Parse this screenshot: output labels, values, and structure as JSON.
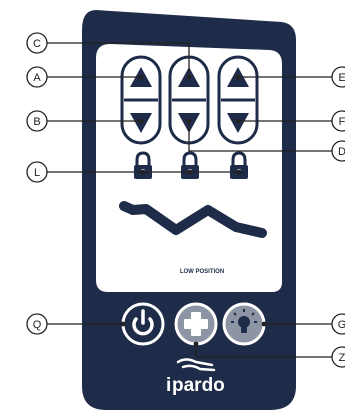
{
  "remote": {
    "body_color": "#1e2b49",
    "screen_color": "#ffffff",
    "button_fill": "#ffffff",
    "accent_gray": "#8d94a3",
    "position_label": "LOW POSITION",
    "brand_name": "pardo",
    "brand_prefix": "i"
  },
  "callouts": {
    "A": "A",
    "B": "B",
    "C": "C",
    "D": "D",
    "E": "E",
    "F": "F",
    "L": "L",
    "Q": "Q",
    "G": "G",
    "Z": "Z"
  },
  "icons": {
    "up": "up-arrow-icon",
    "down": "down-arrow-icon",
    "lock": "padlock-icon",
    "power": "power-icon",
    "plus": "plus-cross-icon",
    "light": "lightbulb-icon",
    "bed": "bed-position-icon",
    "logo": "pardo-logo-icon"
  }
}
